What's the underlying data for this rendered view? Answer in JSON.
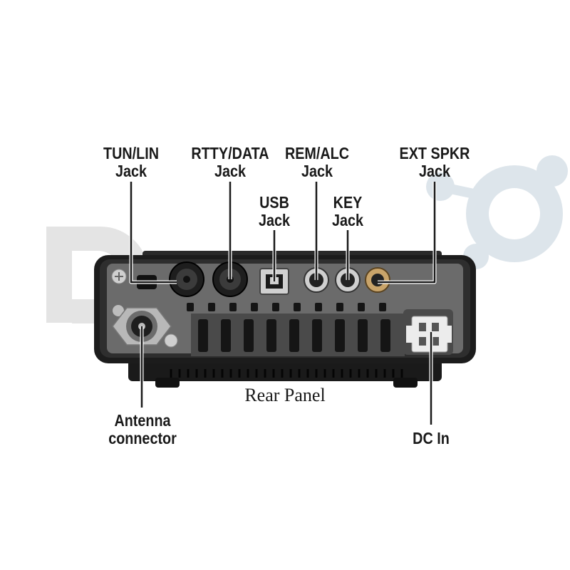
{
  "labels": {
    "tun_lin": {
      "line1": "TUN/LIN",
      "line2": "Jack"
    },
    "rtty_data": {
      "line1": "RTTY/DATA",
      "line2": "Jack"
    },
    "rem_alc": {
      "line1": "REM/ALC",
      "line2": "Jack"
    },
    "ext_spkr": {
      "line1": "EXT SPKR",
      "line2": "Jack"
    },
    "usb": {
      "line1": "USB",
      "line2": "Jack"
    },
    "key": {
      "line1": "KEY",
      "line2": "Jack"
    },
    "antenna": {
      "line1": "Antenna",
      "line2": "connector"
    },
    "dc_in": {
      "line1": "DC In"
    }
  },
  "caption": "Rear Panel",
  "colors": {
    "leader_line": "#1a1a1a",
    "panel_body": "#1c1c1c",
    "heatsink": "#5a5a5a",
    "watermark": "#e3e3e3",
    "watermark_logo": "#dfe6ec"
  }
}
